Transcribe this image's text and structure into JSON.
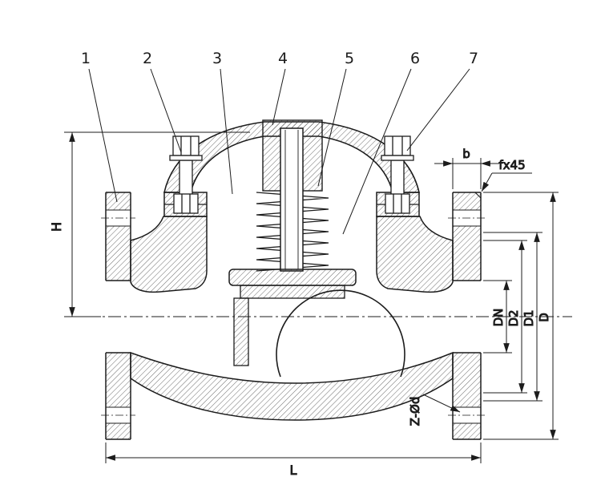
{
  "colors": {
    "line": "#1c1c1c",
    "background": "#ffffff"
  },
  "callouts": [
    {
      "label": "1"
    },
    {
      "label": "2"
    },
    {
      "label": "3"
    },
    {
      "label": "4"
    },
    {
      "label": "5"
    },
    {
      "label": "6"
    },
    {
      "label": "7"
    }
  ],
  "dimensions": {
    "H": "H",
    "b": "b",
    "chamfer": "fx45",
    "DN": "DN",
    "D2": "D2",
    "D1": "D1",
    "D": "D",
    "Z_od": "Z-Ød",
    "L": "L"
  }
}
